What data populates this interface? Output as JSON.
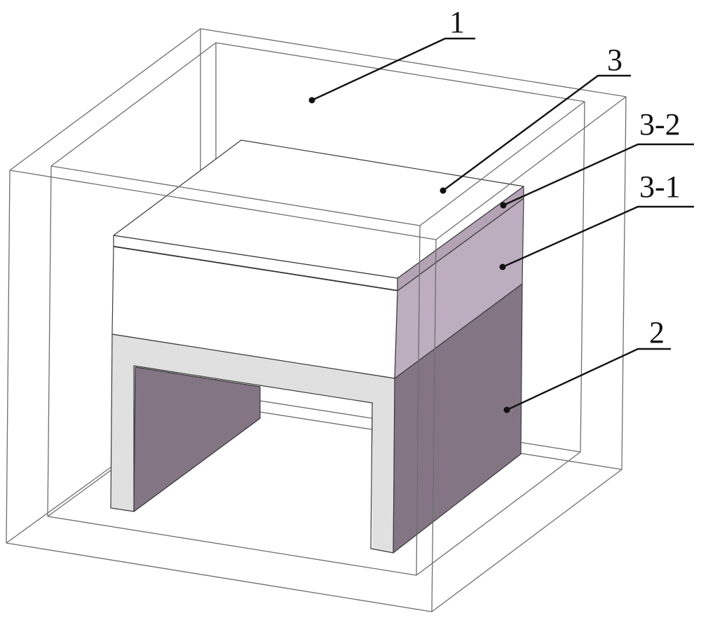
{
  "labels": {
    "container": "1",
    "stand": "2",
    "assembly": "3",
    "layer_3_1": "3-1",
    "layer_3_2": "3-2"
  },
  "colors": {
    "wireframe": "#6e6e6e",
    "top_white": "#ffffff",
    "frame_grey": "#e0e0e0",
    "layer_3_2_side": "#b3a3b5",
    "layer_3_1_side": "#bcadbf",
    "stand_side": "#847585"
  }
}
